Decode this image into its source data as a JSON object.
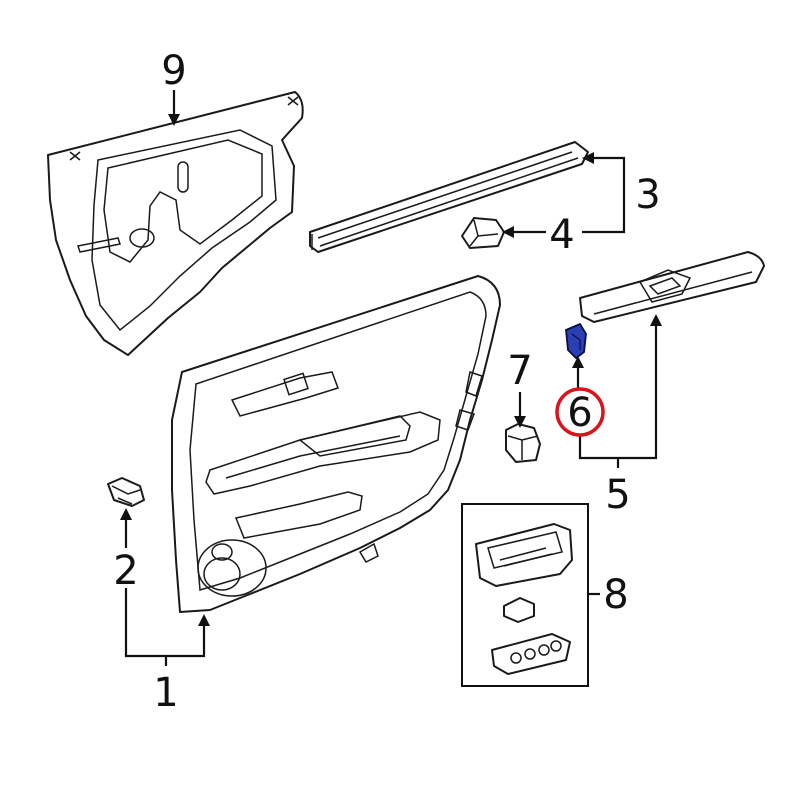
{
  "callouts": {
    "c1": "1",
    "c2": "2",
    "c3": "3",
    "c4": "4",
    "c5": "5",
    "c6": "6",
    "c7": "7",
    "c8": "8",
    "c9": "9"
  },
  "colors": {
    "line": "#1a1a1a",
    "highlight_part": "#2b3fb5",
    "highlight_ring": "#d8141c"
  },
  "highlighted_callout": "6"
}
